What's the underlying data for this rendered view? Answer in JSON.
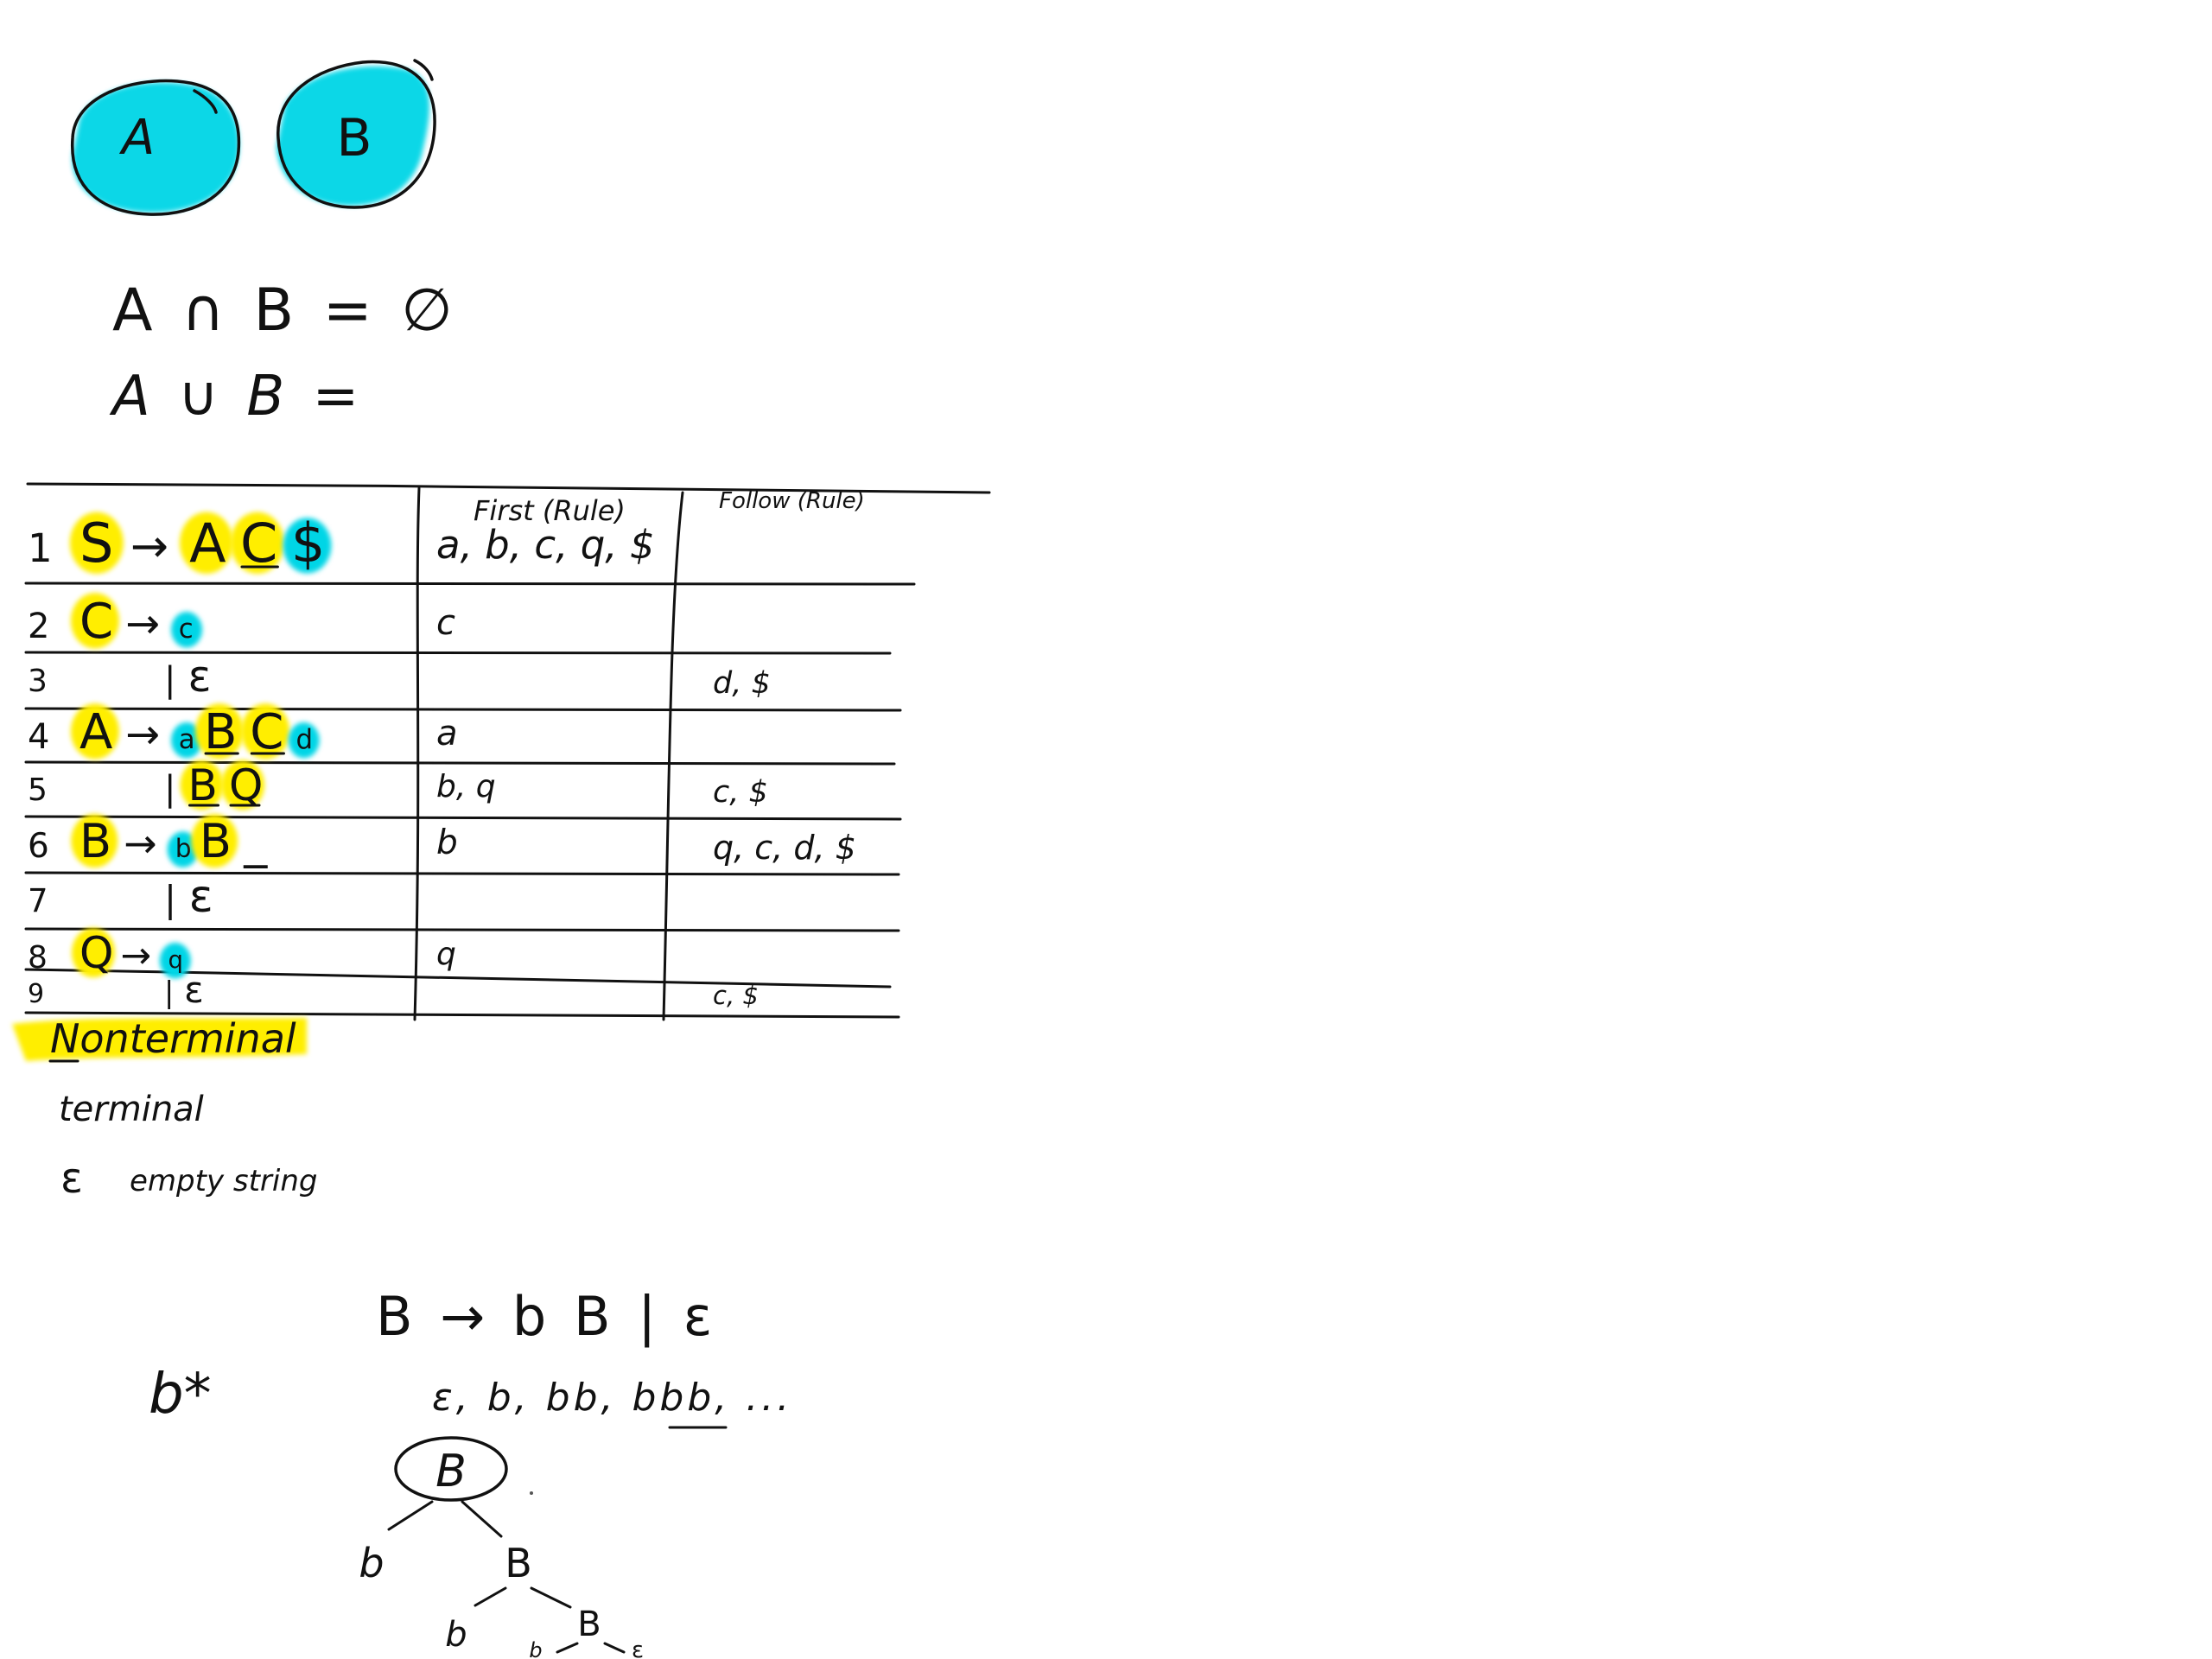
{
  "colors": {
    "background": "#ffffff",
    "ink": "#111111",
    "highlight_yellow": "#ffee00",
    "highlight_cyan": "#00d5e6"
  },
  "venn": {
    "left_label": "A",
    "right_label": "B"
  },
  "set_equations": {
    "intersection": "A ∩ B = ∅",
    "union": "A ∪ B ="
  },
  "table": {
    "headers": {
      "first": "First (Rule)",
      "follow": "Follow (Rule)"
    },
    "rows": [
      {
        "num": "1",
        "lhs": "S",
        "arrow": "→",
        "rhs": [
          {
            "t": "A",
            "hl": "yellow"
          },
          {
            "t": "C",
            "hl": "yellow",
            "ul": true
          },
          {
            "t": "$",
            "hl": "cyan"
          }
        ],
        "first": "a, b, c, q, $",
        "follow": ""
      },
      {
        "num": "2",
        "lhs": "C",
        "arrow": "→",
        "rhs": [
          {
            "t": "c",
            "hl": "cyan"
          }
        ],
        "first": "c",
        "follow": ""
      },
      {
        "num": "3",
        "lhs": "",
        "bar": "|",
        "rhs": [
          {
            "t": "ε",
            "hl": ""
          }
        ],
        "first": "",
        "follow": "d, $"
      },
      {
        "num": "4",
        "lhs": "A",
        "arrow": "→",
        "rhs": [
          {
            "t": "a",
            "hl": "cyan"
          },
          {
            "t": "B",
            "hl": "yellow",
            "ul": true
          },
          {
            "t": "C",
            "hl": "yellow",
            "ul": true
          },
          {
            "t": "d",
            "hl": "cyan"
          }
        ],
        "first": "a",
        "follow": ""
      },
      {
        "num": "5",
        "lhs": "",
        "bar": "|",
        "rhs": [
          {
            "t": "B",
            "hl": "yellow",
            "ul": true
          },
          {
            "t": "Q",
            "hl": "yellow",
            "ul": true
          }
        ],
        "first": "b, q",
        "follow": "c, $"
      },
      {
        "num": "6",
        "lhs": "B",
        "arrow": "→",
        "rhs": [
          {
            "t": "b",
            "hl": "cyan"
          },
          {
            "t": "B",
            "hl": "yellow"
          },
          {
            "t": "_",
            "hl": ""
          }
        ],
        "first": "b",
        "follow": "q, c, d, $"
      },
      {
        "num": "7",
        "lhs": "",
        "bar": "|",
        "rhs": [
          {
            "t": "ε",
            "hl": ""
          }
        ],
        "first": "",
        "follow": ""
      },
      {
        "num": "8",
        "lhs": "Q",
        "arrow": "→",
        "rhs": [
          {
            "t": "q",
            "hl": "cyan"
          }
        ],
        "first": "q",
        "follow": ""
      },
      {
        "num": "9",
        "lhs": "",
        "bar": "|",
        "rhs": [
          {
            "t": "ε",
            "hl": ""
          }
        ],
        "first": "",
        "follow": "c, $"
      }
    ]
  },
  "legend": {
    "nonterminal": "Nonterminal",
    "terminal": "terminal",
    "epsilon_symbol": "ε",
    "epsilon_text": "empty string"
  },
  "notes": {
    "b_star": "b*",
    "production": "B → b B | ε",
    "strings": "ε, b, bb, bbb, ..."
  },
  "parse_tree": {
    "root": "B",
    "level1_left": "b",
    "level1_right": "B",
    "level2_left": "b",
    "level2_right": "B",
    "level3_left": "b",
    "level3_right": "ε"
  }
}
